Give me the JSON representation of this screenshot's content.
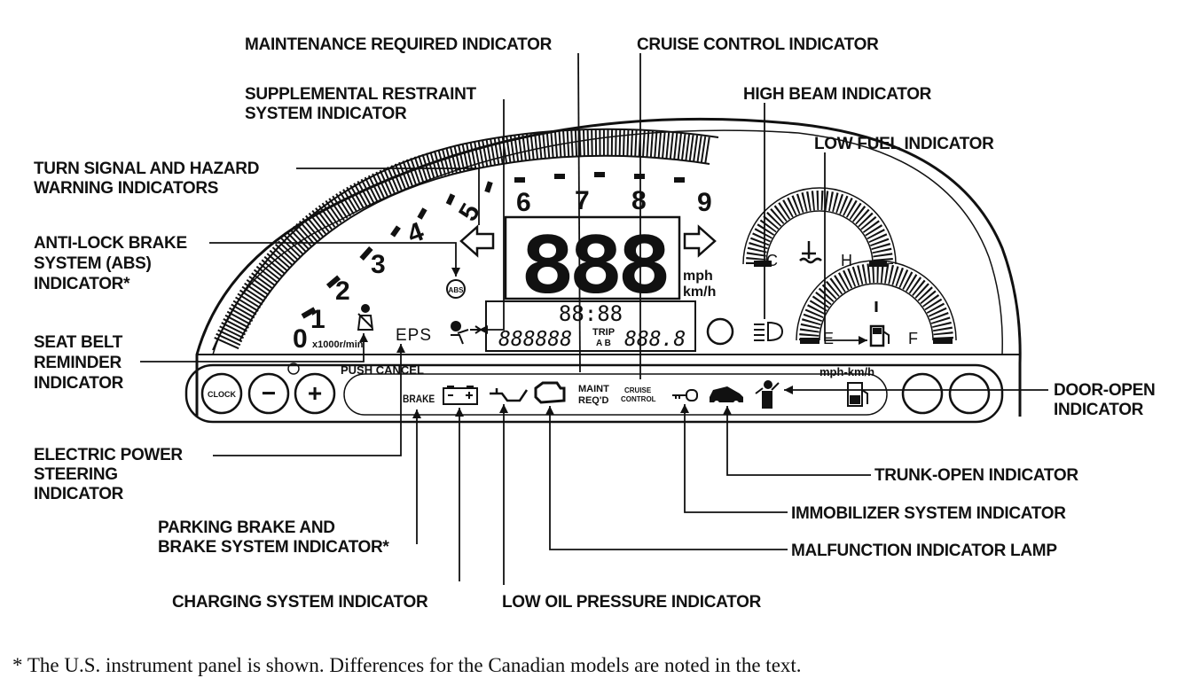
{
  "labels": {
    "maintenance_required": "MAINTENANCE REQUIRED INDICATOR",
    "cruise_control": "CRUISE CONTROL INDICATOR",
    "srs_line1": "SUPPLEMENTAL RESTRAINT",
    "srs_line2": "SYSTEM INDICATOR",
    "high_beam": "HIGH BEAM INDICATOR",
    "low_fuel": "LOW FUEL INDICATOR",
    "turn_line1": "TURN SIGNAL AND HAZARD",
    "turn_line2": "WARNING INDICATORS",
    "abs_line1": "ANTI-LOCK BRAKE",
    "abs_line2": "SYSTEM (ABS)",
    "abs_line3": "INDICATOR*",
    "seatbelt_line1": "SEAT BELT",
    "seatbelt_line2": "REMINDER",
    "seatbelt_line3": "INDICATOR",
    "eps_line1": "ELECTRIC POWER",
    "eps_line2": "STEERING",
    "eps_line3": "INDICATOR",
    "parking_line1": "PARKING BRAKE AND",
    "parking_line2": "BRAKE SYSTEM INDICATOR*",
    "charging": "CHARGING SYSTEM INDICATOR",
    "low_oil": "LOW OIL PRESSURE INDICATOR",
    "door_line1": "DOOR-OPEN",
    "door_line2": "INDICATOR",
    "trunk": "TRUNK-OPEN INDICATOR",
    "immobilizer": "IMMOBILIZER SYSTEM INDICATOR",
    "malfunction": "MALFUNCTION INDICATOR LAMP"
  },
  "panel": {
    "tach_numbers": [
      "1",
      "2",
      "3",
      "4",
      "5",
      "6",
      "7",
      "8",
      "9"
    ],
    "tach_zero": "0",
    "tach_unit": "x1000r/min",
    "speed": "888",
    "speed_unit_mph": "mph",
    "speed_unit_kmh": "km/h",
    "clock": "88:88",
    "odometer": "888888",
    "trip_label": "TRIP",
    "trip_ab": "A B",
    "trip_value": "888.8",
    "eps": "EPS",
    "push_cancel": "PUSH  CANCEL",
    "clock_btn": "CLOCK",
    "minus_btn": "−",
    "plus_btn": "+",
    "brake": "BRAKE",
    "maint_line1": "MAINT",
    "maint_line2": "REQ'D",
    "cruise_line1": "CRUISE",
    "cruise_line2": "CONTROL",
    "mph_kmh": "mph-km/h",
    "abs_text": "ABS",
    "temp_c": "C",
    "temp_h": "H",
    "fuel_e": "E",
    "fuel_f": "F"
  },
  "footnote": "*  The U.S. instrument panel is shown. Differences for the Canadian models are noted in the text."
}
